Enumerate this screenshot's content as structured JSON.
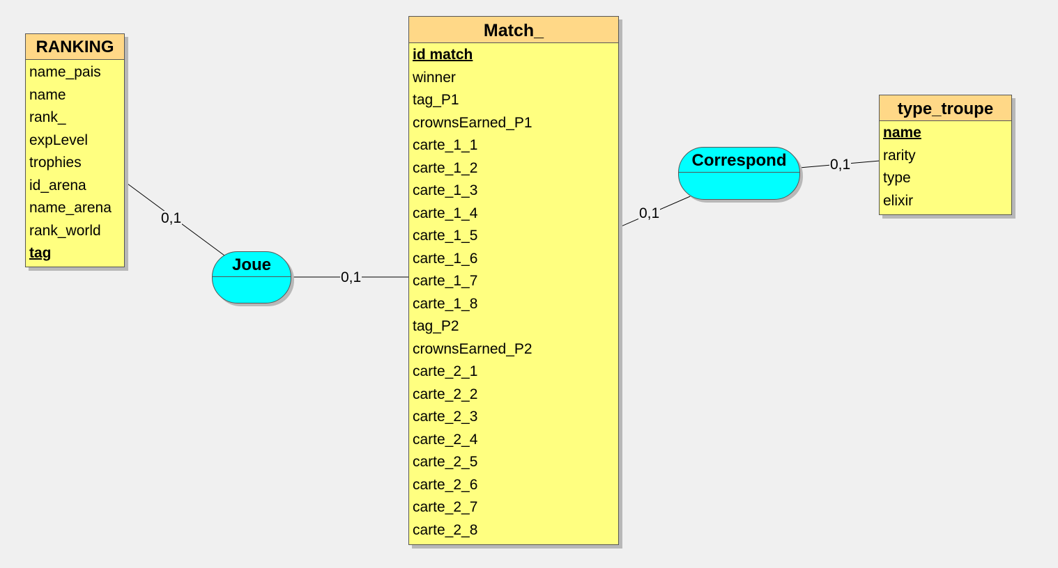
{
  "entities": {
    "ranking": {
      "title": "RANKING",
      "attributes": [
        "name_pais",
        "name",
        "rank_",
        "expLevel",
        "trophies",
        "id_arena",
        "name_arena",
        "rank_world"
      ],
      "key": "tag"
    },
    "match": {
      "title": "Match_",
      "key": "id match",
      "attributes": [
        "winner",
        "tag_P1",
        "crownsEarned_P1",
        "carte_1_1",
        "carte_1_2",
        "carte_1_3",
        "carte_1_4",
        "carte_1_5",
        "carte_1_6",
        "carte_1_7",
        "carte_1_8",
        "tag_P2",
        "crownsEarned_P2",
        "carte_2_1",
        "carte_2_2",
        "carte_2_3",
        "carte_2_4",
        "carte_2_5",
        "carte_2_6",
        "carte_2_7",
        "carte_2_8"
      ]
    },
    "type_troupe": {
      "title": "type_troupe",
      "key": "name",
      "attributes": [
        "rarity",
        "type",
        "elixir"
      ]
    }
  },
  "associations": {
    "joue": {
      "title": "Joue"
    },
    "correspond": {
      "title": "Correspond"
    }
  },
  "cardinalities": {
    "ranking_joue": "0,1",
    "joue_match": "0,1",
    "match_correspond": "0,1",
    "correspond_type_troupe": "0,1"
  }
}
